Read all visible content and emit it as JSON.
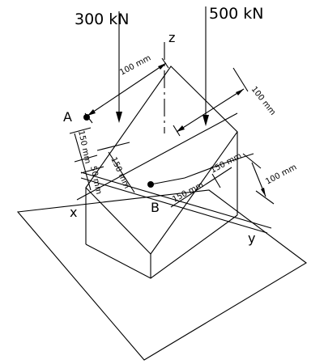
{
  "loads": {
    "load1": "300 kN",
    "load2": "500 kN"
  },
  "points": {
    "a": "A",
    "b": "B"
  },
  "axes": {
    "x": "x",
    "y": "y",
    "z": "z"
  },
  "dims": {
    "top_100": "100 mm",
    "right_100": "100 mm",
    "left_150": "150 mm",
    "left_50": "50 mm",
    "mid_150": "150 mm",
    "bottom_150a": "150 mm",
    "bottom_150b": "150 mm",
    "bottom_100": "100 mm"
  }
}
